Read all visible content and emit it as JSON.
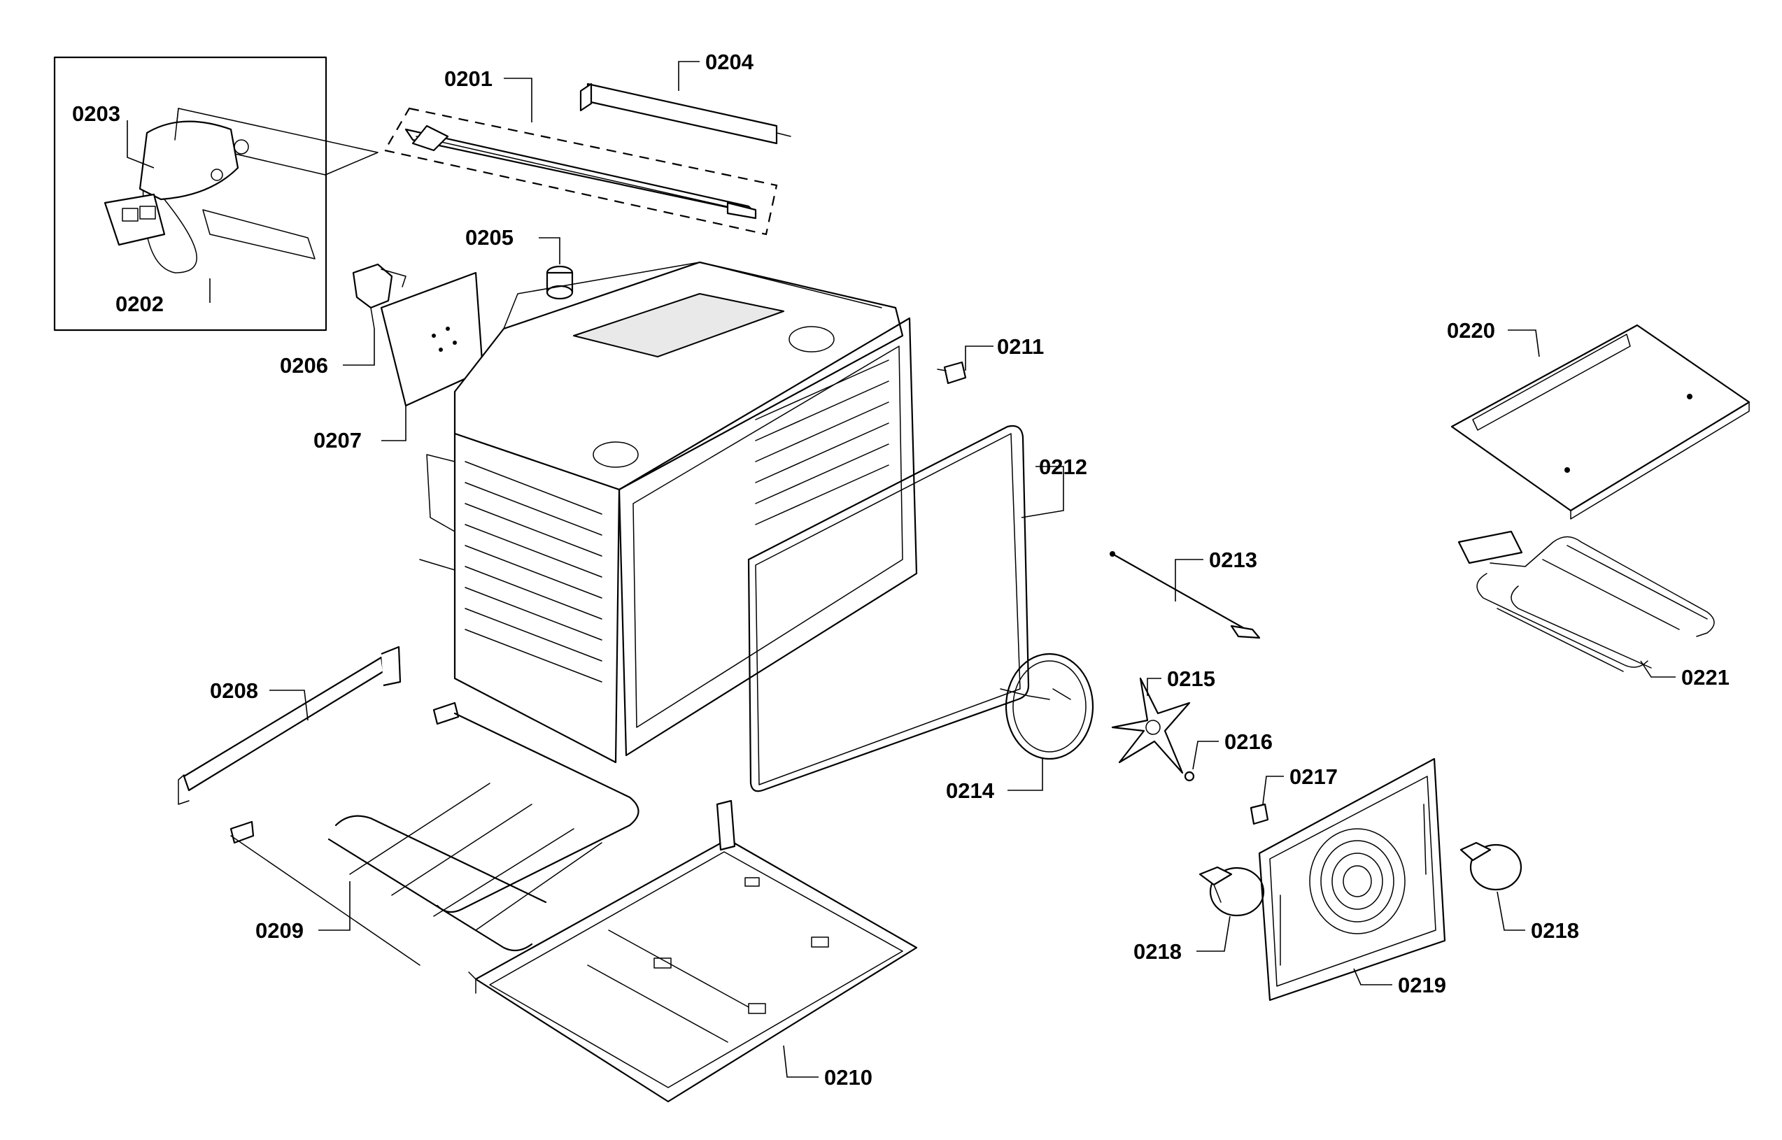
{
  "parts": {
    "p0201": "0201",
    "p0202": "0202",
    "p0203": "0203",
    "p0204": "0204",
    "p0205": "0205",
    "p0206": "0206",
    "p0207": "0207",
    "p0208": "0208",
    "p0209": "0209",
    "p0210": "0210",
    "p0211": "0211",
    "p0212": "0212",
    "p0213": "0213",
    "p0214": "0214",
    "p0215": "0215",
    "p0216": "0216",
    "p0217": "0217",
    "p0218a": "0218",
    "p0218b": "0218",
    "p0219": "0219",
    "p0220": "0220",
    "p0221": "0221"
  }
}
